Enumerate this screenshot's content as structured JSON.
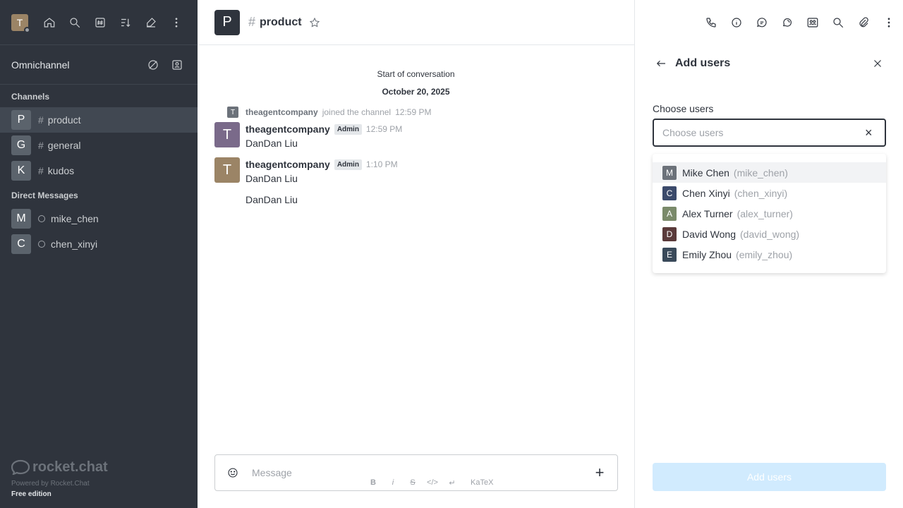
{
  "sidebar": {
    "user_initial": "T",
    "omnichannel_label": "Omnichannel",
    "channels_title": "Channels",
    "channels": [
      {
        "initial": "P",
        "name": "product",
        "active": true
      },
      {
        "initial": "G",
        "name": "general",
        "active": false
      },
      {
        "initial": "K",
        "name": "kudos",
        "active": false
      }
    ],
    "dm_title": "Direct Messages",
    "dms": [
      {
        "initial": "M",
        "name": "mike_chen"
      },
      {
        "initial": "C",
        "name": "chen_xinyi"
      }
    ],
    "logo_text": "rocket.chat",
    "powered_by": "Powered by Rocket.Chat",
    "edition": "Free edition"
  },
  "header": {
    "room_initial": "P",
    "room_name": "product"
  },
  "messages": {
    "start_text": "Start of conversation",
    "date": "October 20, 2025",
    "system": {
      "initial": "T",
      "user": "theagentcompany",
      "text": "joined the channel",
      "time": "12:59 PM"
    },
    "items": [
      {
        "initial": "T",
        "user": "theagentcompany",
        "badge": "Admin",
        "time": "12:59 PM",
        "text": "DanDan Liu"
      },
      {
        "initial": "T",
        "user": "theagentcompany",
        "badge": "Admin",
        "time": "1:10 PM",
        "text": "DanDan Liu"
      }
    ],
    "continued_text": "DanDan Liu"
  },
  "composer": {
    "placeholder": "Message",
    "format": {
      "bold": "B",
      "italic": "i",
      "strike": "S",
      "code": "</>",
      "katex": "KaTeX"
    }
  },
  "contextbar": {
    "title": "Add users",
    "field_label": "Choose users",
    "placeholder": "Choose users",
    "options": [
      {
        "initial": "M",
        "name": "Mike Chen",
        "username": "(mike_chen)",
        "color": "#6c727a"
      },
      {
        "initial": "C",
        "name": "Chen Xinyi",
        "username": "(chen_xinyi)",
        "color": "#3b4a6b"
      },
      {
        "initial": "A",
        "name": "Alex Turner",
        "username": "(alex_turner)",
        "color": "#7a8a6a"
      },
      {
        "initial": "D",
        "name": "David Wong",
        "username": "(david_wong)",
        "color": "#5a3a3a"
      },
      {
        "initial": "E",
        "name": "Emily Zhou",
        "username": "(emily_zhou)",
        "color": "#3a4a5a"
      }
    ],
    "add_button": "Add users"
  },
  "colors": {
    "sidebar_bg": "#2f343d",
    "avatar_brown": "#9b8466",
    "purple_avatar": "#7a6a8a",
    "add_button_disabled": "#d1ebfe"
  }
}
